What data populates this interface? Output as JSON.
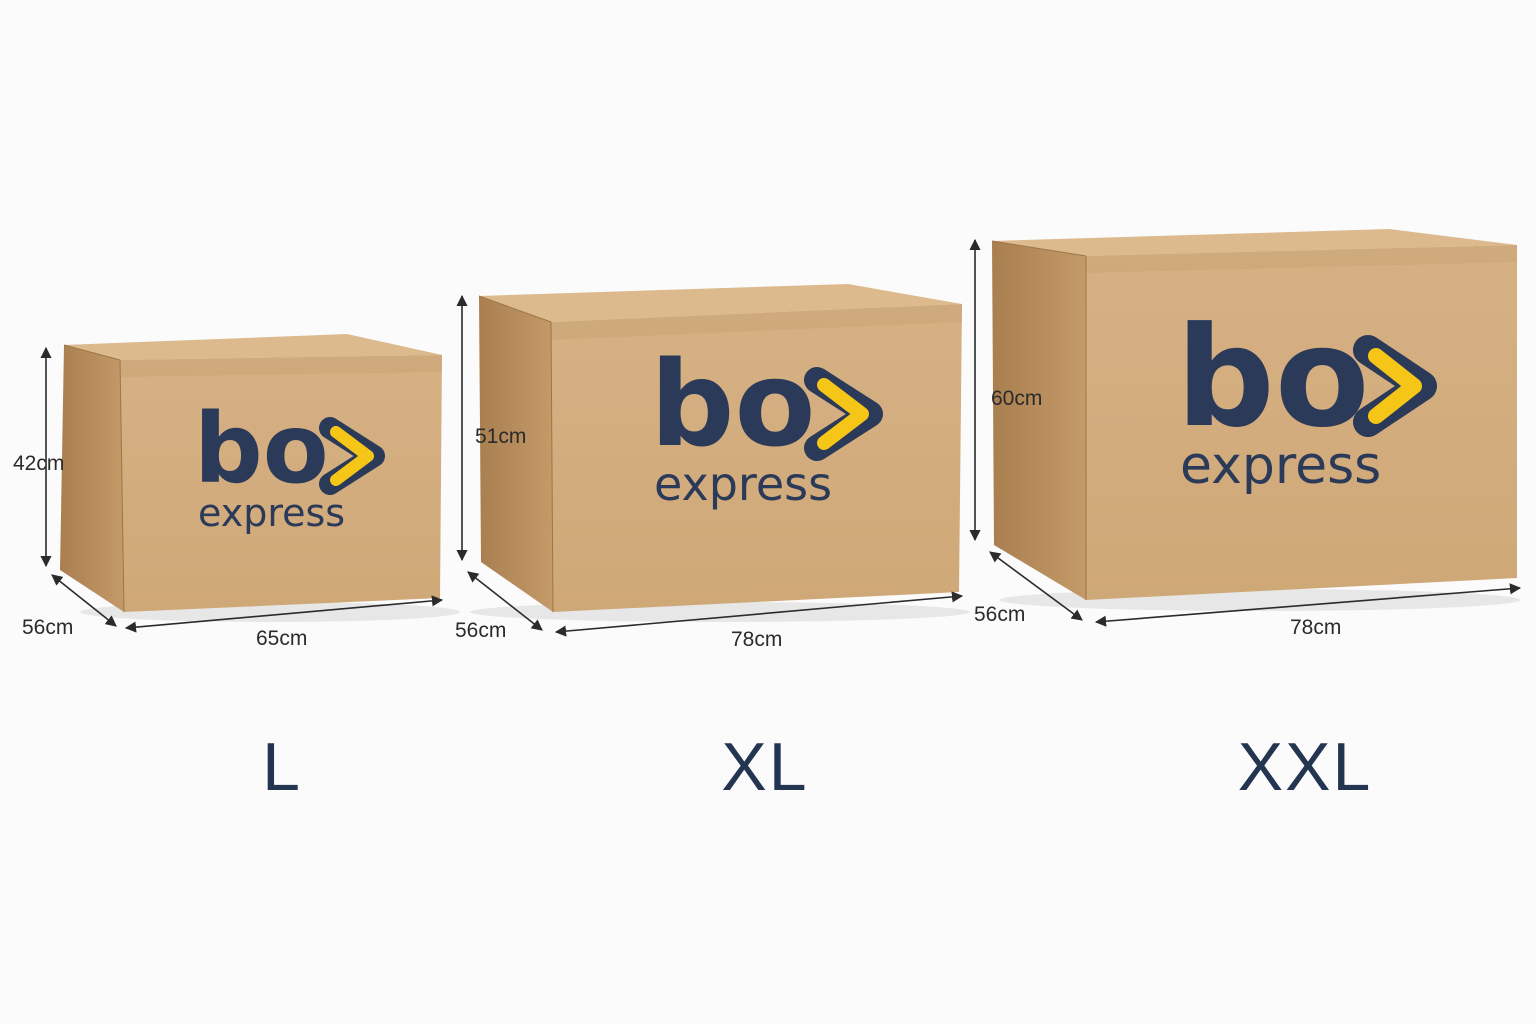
{
  "brand": {
    "word_box": "bo",
    "word_express": "express",
    "primary_color": "#2a3a58",
    "accent_color": "#f5c518"
  },
  "boxes": [
    {
      "size": "L",
      "height": "42cm",
      "depth": "56cm",
      "width": "65cm"
    },
    {
      "size": "XL",
      "height": "51cm",
      "depth": "56cm",
      "width": "78cm"
    },
    {
      "size": "XXL",
      "height": "60cm",
      "depth": "56cm",
      "width": "78cm"
    }
  ],
  "colors": {
    "cardboard_front": "#d3ad7f",
    "cardboard_side": "#b98f5f",
    "cardboard_top": "#dcba8d",
    "background": "#fbfbfc",
    "label": "#233550"
  }
}
